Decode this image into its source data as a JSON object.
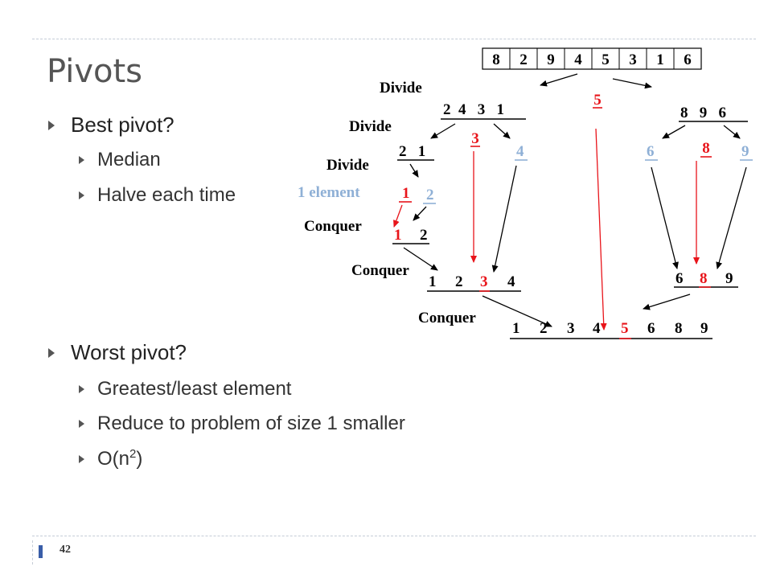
{
  "title": "Pivots",
  "page_number": "42",
  "bullets": {
    "best": {
      "label": "Best pivot?",
      "items": [
        "Median",
        "Halve each time"
      ]
    },
    "worst": {
      "label": "Worst pivot?",
      "items": [
        "Greatest/least element",
        "Reduce to problem of size 1 smaller"
      ],
      "big_o": {
        "base": "O(n",
        "exponent": "2",
        "close": ")"
      }
    }
  },
  "diagram": {
    "input_array": [
      "8",
      "2",
      "9",
      "4",
      "5",
      "3",
      "1",
      "6"
    ],
    "labels": {
      "divide1": "Divide",
      "divide2": "Divide",
      "divide3": "Divide",
      "one_element": "1 element",
      "conquer1": "Conquer",
      "conquer2": "Conquer",
      "conquer3": "Conquer"
    },
    "pivot_top": "5",
    "left_half": "2  4   3   1",
    "right_half": "8   9   6",
    "pivot_left": "3",
    "left_left": "2   1",
    "left_right": "4",
    "pivot_right": "8",
    "right_left": "6",
    "right_right": "9",
    "one": "1",
    "two": "2",
    "merged_12_a": "1",
    "merged_12_b": "2",
    "merged_1234": [
      "1",
      "2",
      "3",
      "4"
    ],
    "merged_689": [
      "6",
      "8",
      "9"
    ],
    "final": [
      "1",
      "2",
      "3",
      "4",
      "5",
      "6",
      "8",
      "9"
    ],
    "colors": {
      "red": "#e8141a",
      "blue": "#8fb0d6",
      "black": "#000000"
    }
  }
}
